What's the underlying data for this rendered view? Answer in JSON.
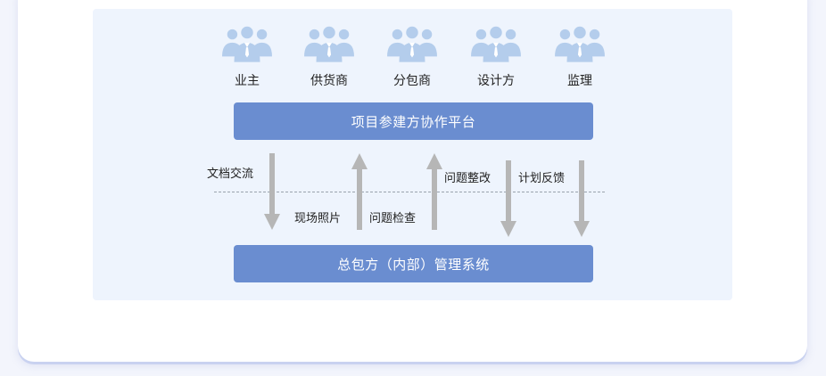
{
  "roles": [
    {
      "label": "业主",
      "icon": "people-group-icon"
    },
    {
      "label": "供货商",
      "icon": "people-group-icon"
    },
    {
      "label": "分包商",
      "icon": "people-group-icon"
    },
    {
      "label": "设计方",
      "icon": "people-group-icon"
    },
    {
      "label": "监理",
      "icon": "people-group-icon"
    }
  ],
  "platform_label": "项目参建方协作平台",
  "system_label": "总包方（内部）管理系统",
  "flows": {
    "doc_exchange": {
      "label": "文档交流",
      "direction": "down"
    },
    "site_photos": {
      "label": "现场照片",
      "direction": "up"
    },
    "issue_check": {
      "label": "问题检查",
      "direction": "up"
    },
    "issue_rectify": {
      "label": "问题整改",
      "direction": "down"
    },
    "plan_feedback": {
      "label": "计划反馈",
      "direction": "down"
    }
  },
  "colors": {
    "bar": "#6a8dd0",
    "panel": "#eef4fd",
    "icon": "#b4cdec",
    "arrow": "#b6b6b6",
    "divider": "#9aa3ad"
  }
}
